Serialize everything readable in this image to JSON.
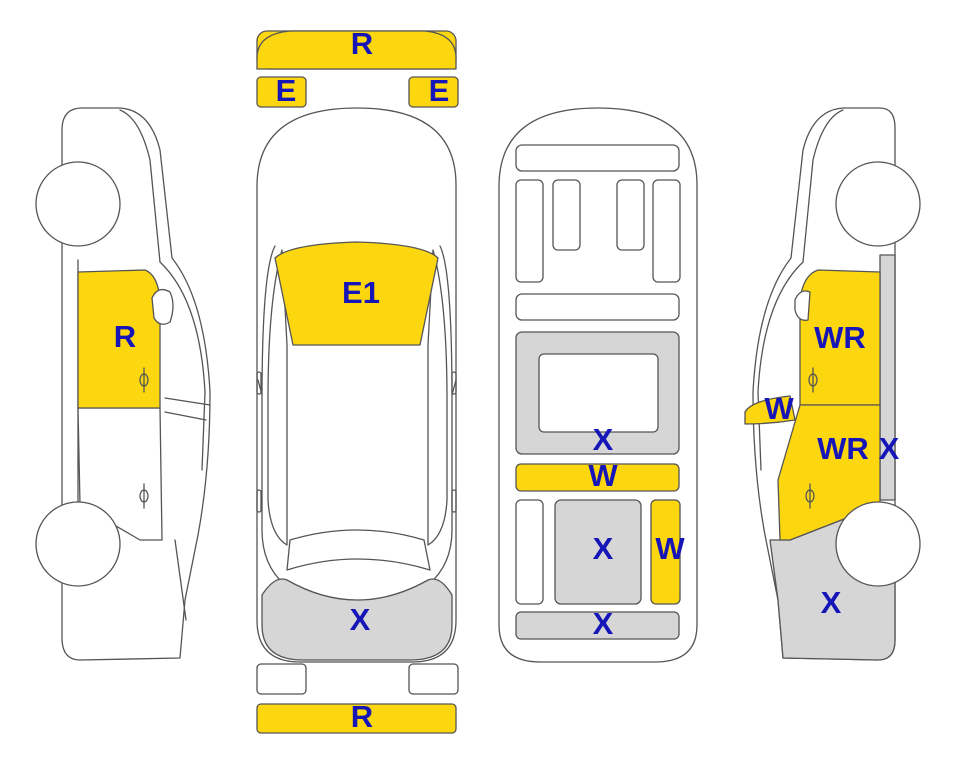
{
  "colors": {
    "painted_yellow": "#FCD60E",
    "grey_part": "#D6D6D6",
    "outline": "#555555",
    "label_blue": "#1515B8",
    "background": "#FFFFFF"
  },
  "labels": {
    "front_bumper": "R",
    "headlight_left": "E",
    "headlight_right": "E",
    "hood": "E1",
    "trunk": "X",
    "rear_bumper": "R",
    "left_front_door": "R",
    "floor_rear_panel": "X",
    "floor_crossmember": "W",
    "floor_center": "X",
    "floor_side_strip": "W",
    "floor_back_panel": "X",
    "right_mirror": "W",
    "right_front_door": "WR",
    "right_rear_door": "WR",
    "right_sill": "X",
    "right_quarter_panel": "X"
  }
}
